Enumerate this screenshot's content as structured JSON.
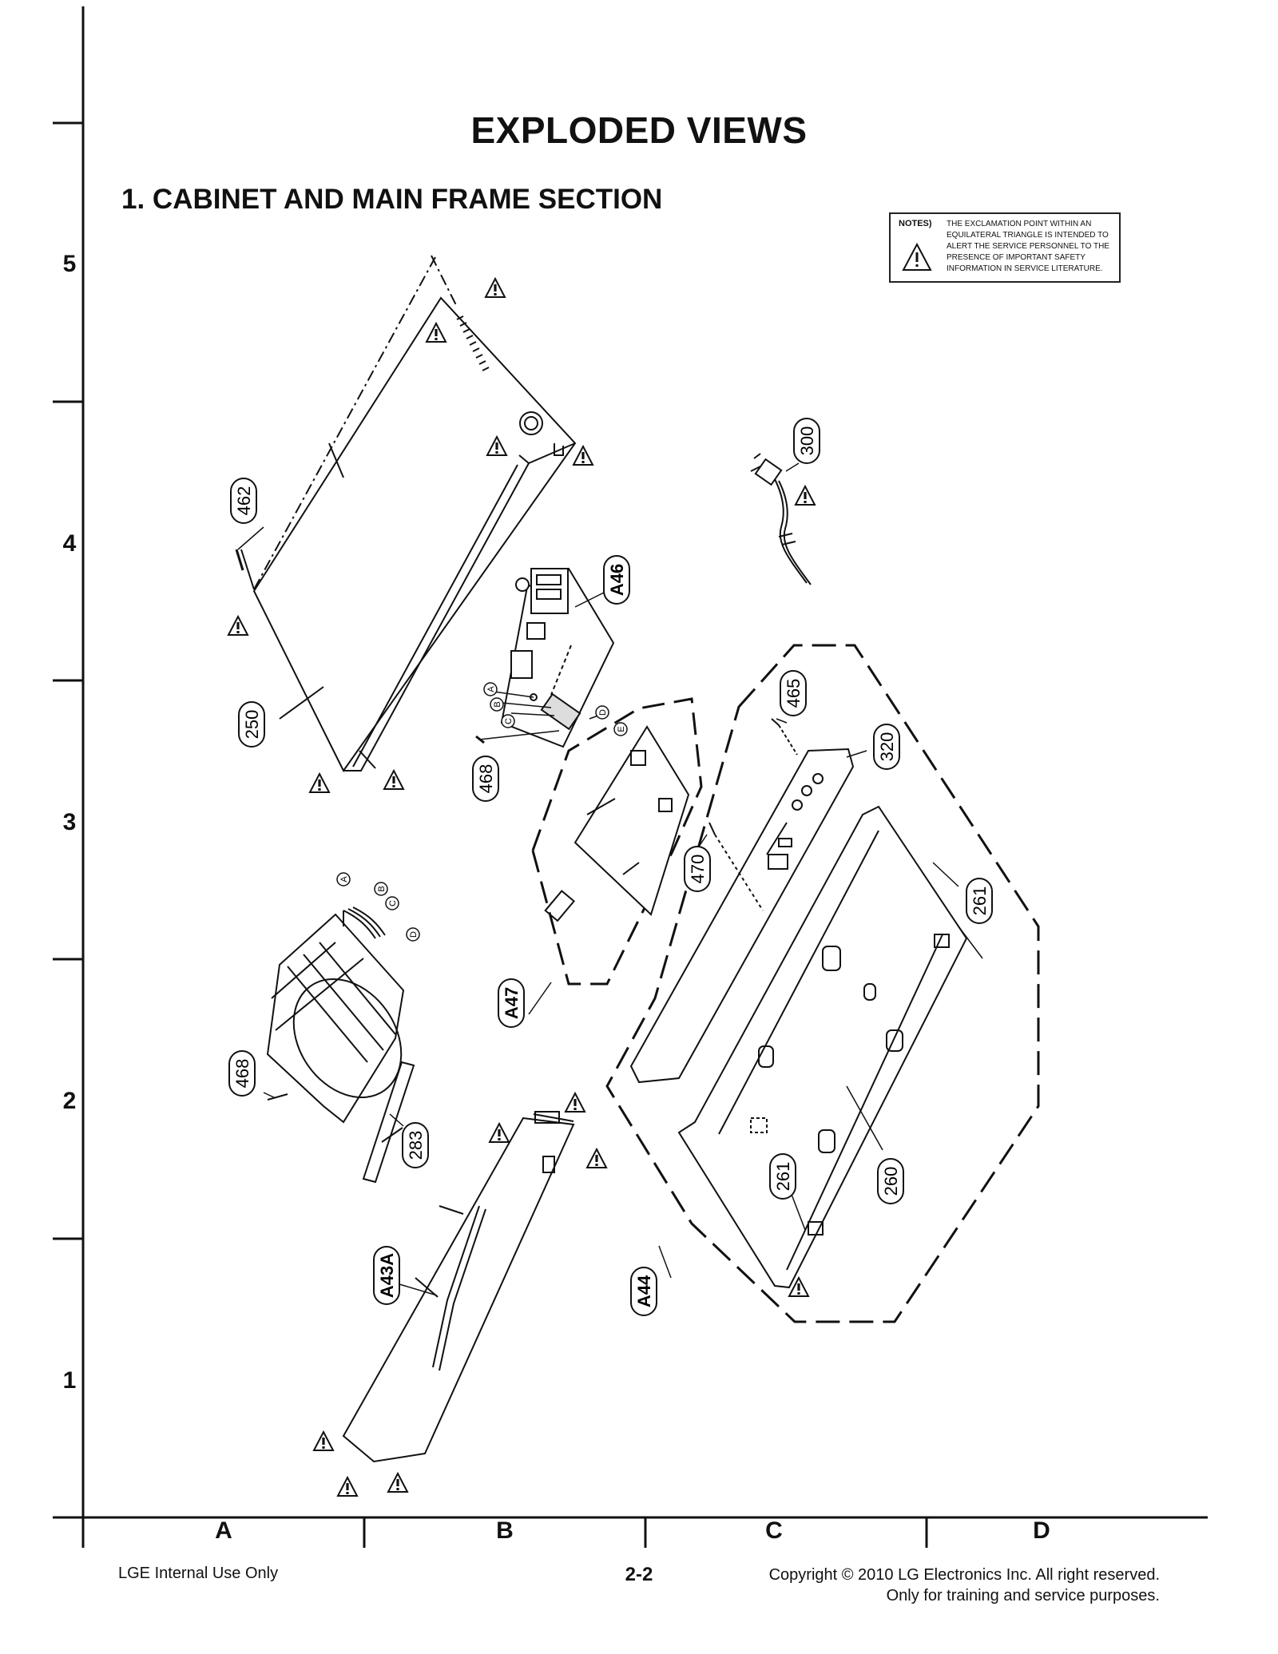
{
  "page": {
    "title": "EXPLODED VIEWS",
    "section_title": "1. CABINET AND MAIN FRAME SECTION"
  },
  "notes": {
    "label": "NOTES)",
    "text": "THE EXCLAMATION POINT WITHIN AN EQUILATERAL TRIANGLE IS INTENDED TO ALERT THE SERVICE PERSONNEL TO THE PRESENCE OF IMPORTANT SAFETY INFORMATION IN SERVICE LITERATURE."
  },
  "grid": {
    "rows": [
      "5",
      "4",
      "3",
      "2",
      "1"
    ],
    "columns": [
      "A",
      "B",
      "C",
      "D"
    ]
  },
  "part_labels": {
    "p250": "250",
    "p462": "462",
    "p300": "300",
    "pA46": "A46",
    "p468a": "468",
    "p465": "465",
    "p320": "320",
    "p470": "470",
    "p261a": "261",
    "pA47": "A47",
    "p468b": "468",
    "p283": "283",
    "pA43A": "A43A",
    "pA44": "A44",
    "p261b": "261",
    "p260": "260"
  },
  "connector_labels": {
    "board_a": "A",
    "board_b": "B",
    "board_c": "C",
    "board_d": "D",
    "board_e": "E",
    "loader_a": "A",
    "loader_b": "B",
    "loader_c": "C",
    "loader_d": "D"
  },
  "footer": {
    "left": "LGE Internal Use Only",
    "page_number": "2-2",
    "copyright_line1": "Copyright © 2010 LG Electronics Inc. All right reserved.",
    "copyright_line2": "Only for training and service purposes."
  }
}
